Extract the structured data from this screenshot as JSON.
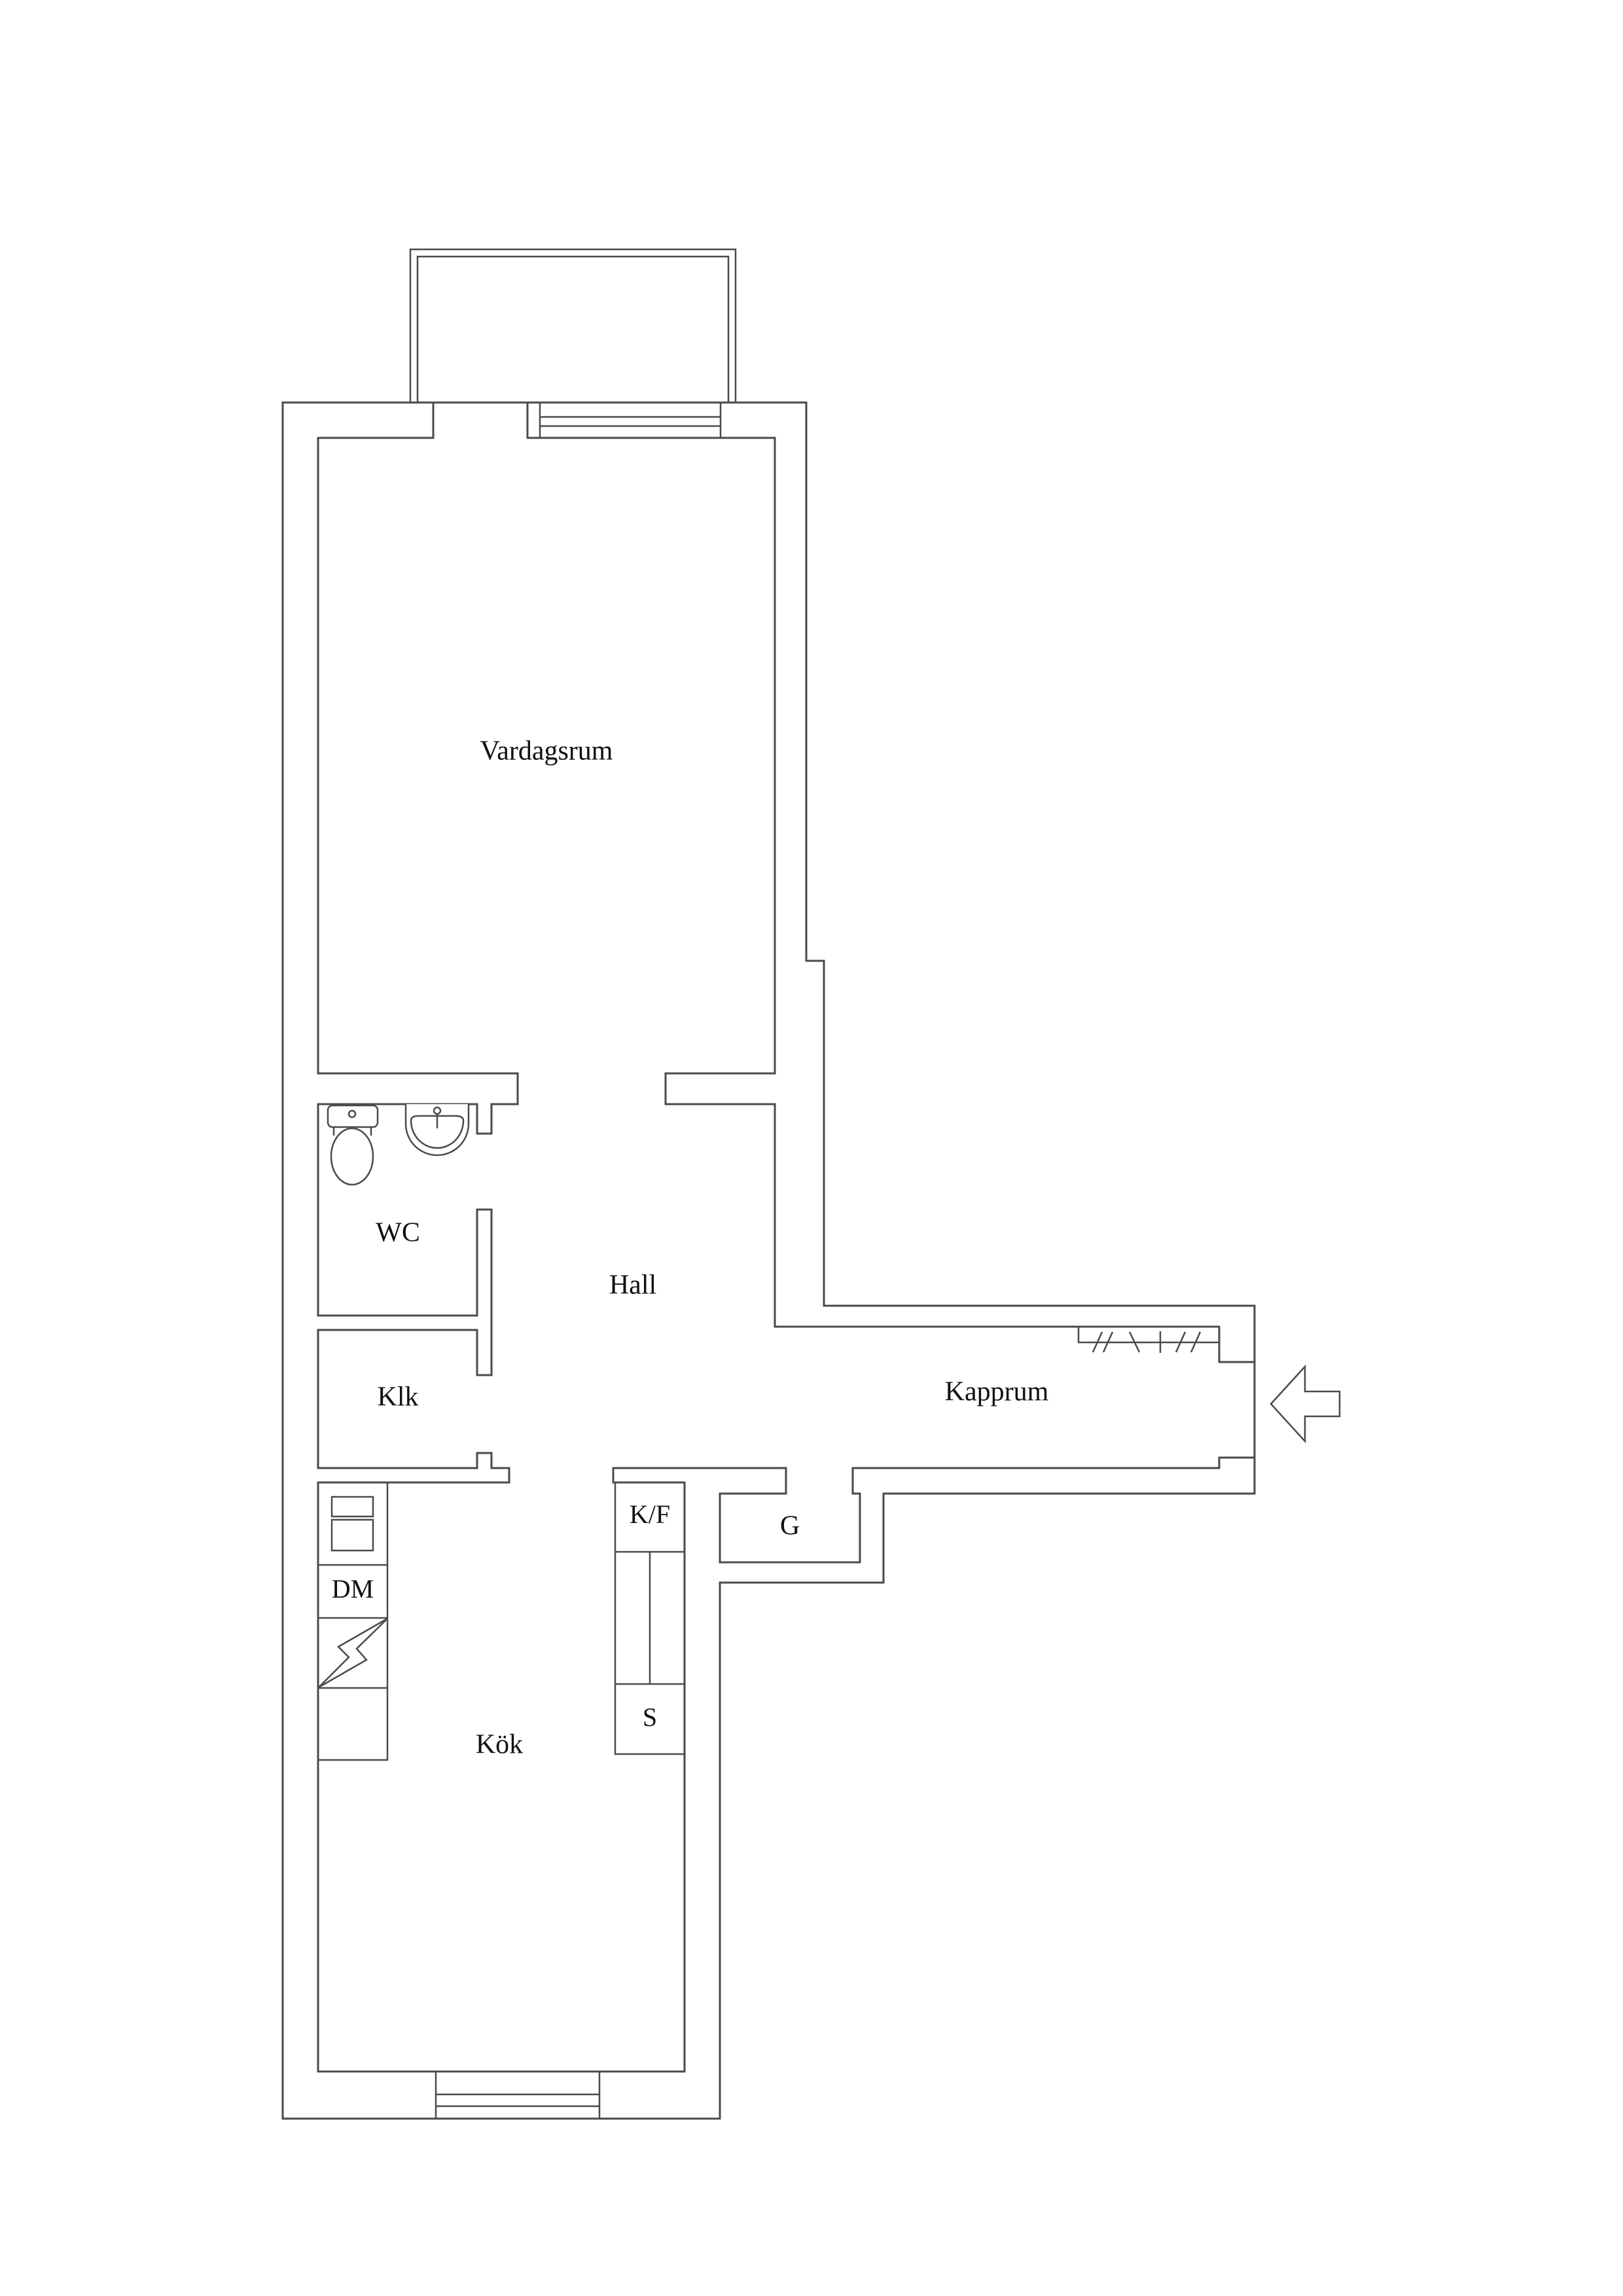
{
  "floorplan": {
    "rooms": {
      "living_room": "Vardagsrum",
      "hall": "Hall",
      "wc": "WC",
      "closet": "Klk",
      "coat_room": "Kapprum",
      "kitchen": "Kök",
      "storage": "G"
    },
    "appliances": {
      "fridge_freezer": "K/F",
      "dishwasher": "DM",
      "stove": "S"
    },
    "icons": {
      "entrance": "entrance-arrow-icon",
      "electric_panel": "lightning-icon",
      "toilet": "toilet-icon",
      "sink": "sink-icon",
      "oven": "oven-icon",
      "coat_rack": "coat-hanger-icon"
    },
    "colors": {
      "line": "#4a4a4a",
      "text": "#111111",
      "background": "#ffffff"
    }
  }
}
